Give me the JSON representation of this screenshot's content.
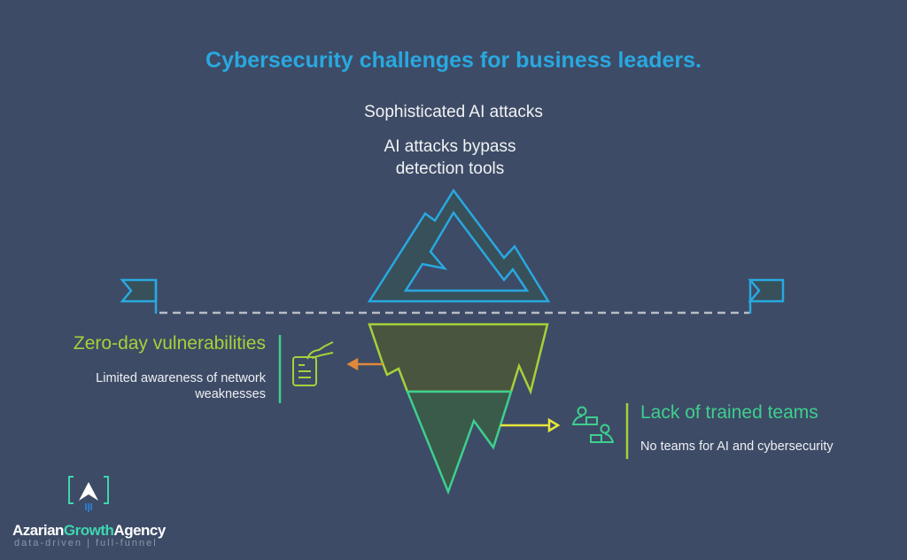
{
  "title": "Cybersecurity challenges for business leaders.",
  "top": {
    "heading": "Sophisticated AI attacks",
    "description": "AI attacks bypass detection tools"
  },
  "left": {
    "heading": "Zero-day vulnerabilities",
    "description": "Limited awareness of network weaknesses"
  },
  "right": {
    "heading": "Lack of trained teams",
    "description": "No teams for AI and cybersecurity"
  },
  "brand": {
    "part1": "Azarian",
    "part2": "Growth",
    "part3": "Agency",
    "tagline": "data-driven | full-funnel"
  },
  "colors": {
    "background": "#3d4b66",
    "title": "#29a8e0",
    "lime": "#a6d13a",
    "green": "#3ecf8e",
    "orange": "#e0883a",
    "yellow": "#e6e63a"
  }
}
